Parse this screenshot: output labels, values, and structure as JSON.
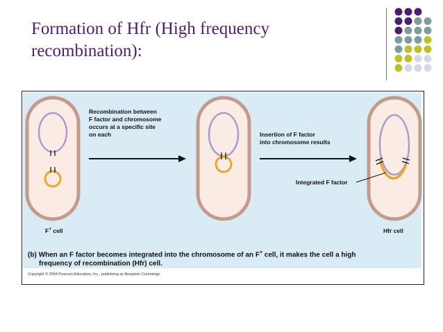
{
  "slide": {
    "title_line1": "Formation of Hfr (High frequency",
    "title_line2": "recombination):"
  },
  "theme": {
    "purple": "#4b1f6f",
    "teal": "#7f9c9c",
    "olive": "#bfbf2a",
    "light_gray": "#d6d6e6",
    "cell_wall": "#c49a8c",
    "cell_fill": "#faebe4",
    "panel_bg": "#d9ecf6",
    "chromosome": "#a99bcf",
    "f_factor": "#e8a92a"
  },
  "figure": {
    "step1_text": [
      "Recombination between",
      "F factor and chromosome",
      "occurs at a specific site",
      "on each"
    ],
    "step2_text": [
      "Insertion of F factor",
      "into chromosome results"
    ],
    "integrated_label": "Integrated F factor",
    "left_cell_label": "F",
    "left_cell_superscript": "+",
    "left_cell_suffix": " cell",
    "right_cell_label": "Hfr cell",
    "caption_prefix": "(b)",
    "caption_line1_a": "When an F factor becomes integrated into the chromosome of an F",
    "caption_sup": "+",
    "caption_line1_b": " cell, it makes the cell a high",
    "caption_line2": "frequency of recombination (Hfr) cell.",
    "copyright": "Copyright © 2004 Pearson Education, Inc., publishing as Benjamin Cummings."
  }
}
